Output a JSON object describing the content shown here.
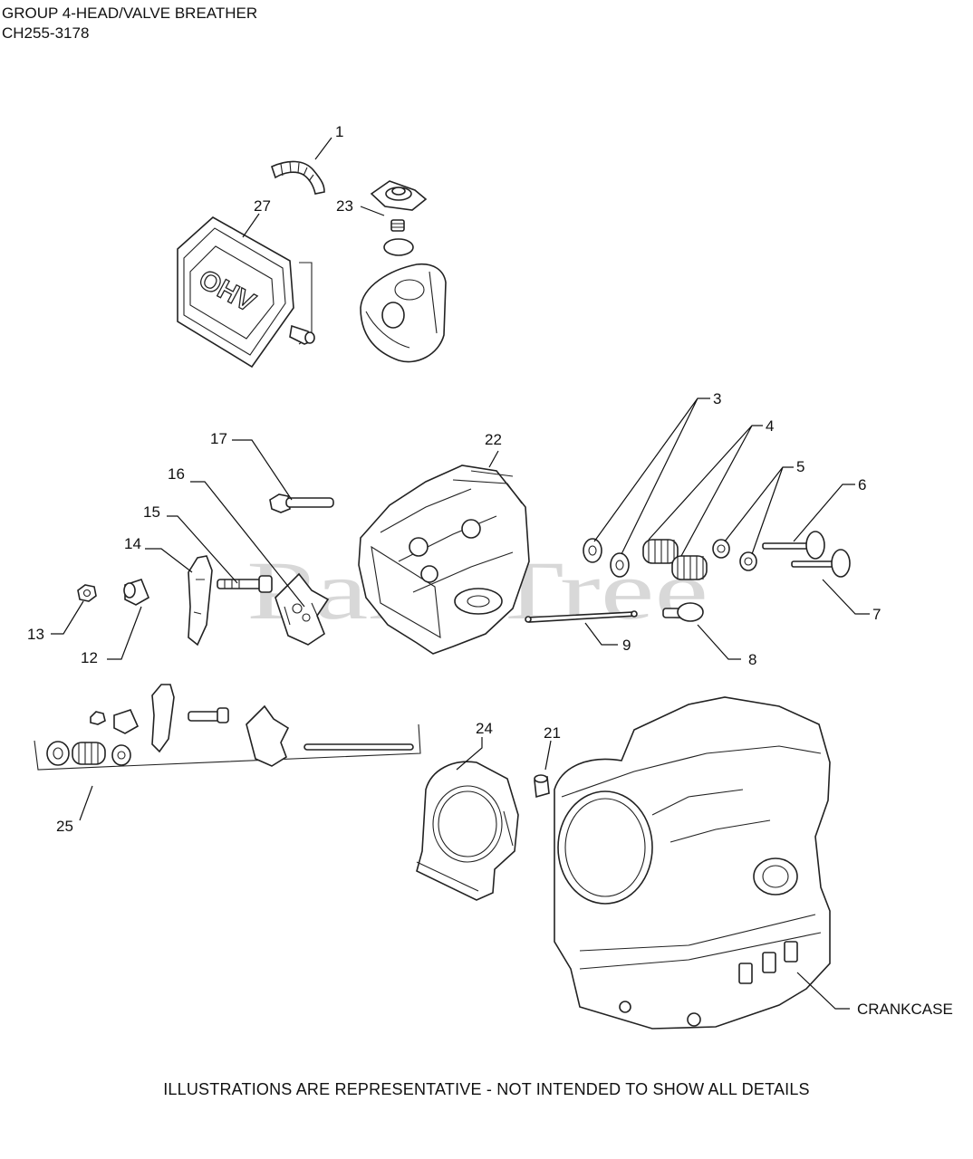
{
  "header": {
    "title": "GROUP 4-HEAD/VALVE BREATHER",
    "model": "CH255-3178"
  },
  "footer": {
    "note": "ILLUSTRATIONS ARE REPRESENTATIVE - NOT INTENDED TO SHOW ALL DETAILS"
  },
  "watermark": "PartsTree",
  "callouts": {
    "c1": "1",
    "c3": "3",
    "c4": "4",
    "c5": "5",
    "c6": "6",
    "c7": "7",
    "c8": "8",
    "c9": "9",
    "c12": "12",
    "c13": "13",
    "c14": "14",
    "c15": "15",
    "c16": "16",
    "c17": "17",
    "c21": "21",
    "c22": "22",
    "c23": "23",
    "c24": "24",
    "c25": "25",
    "c27": "27",
    "crankcase": "CRANKCASE"
  },
  "stamp_text": "OHV"
}
